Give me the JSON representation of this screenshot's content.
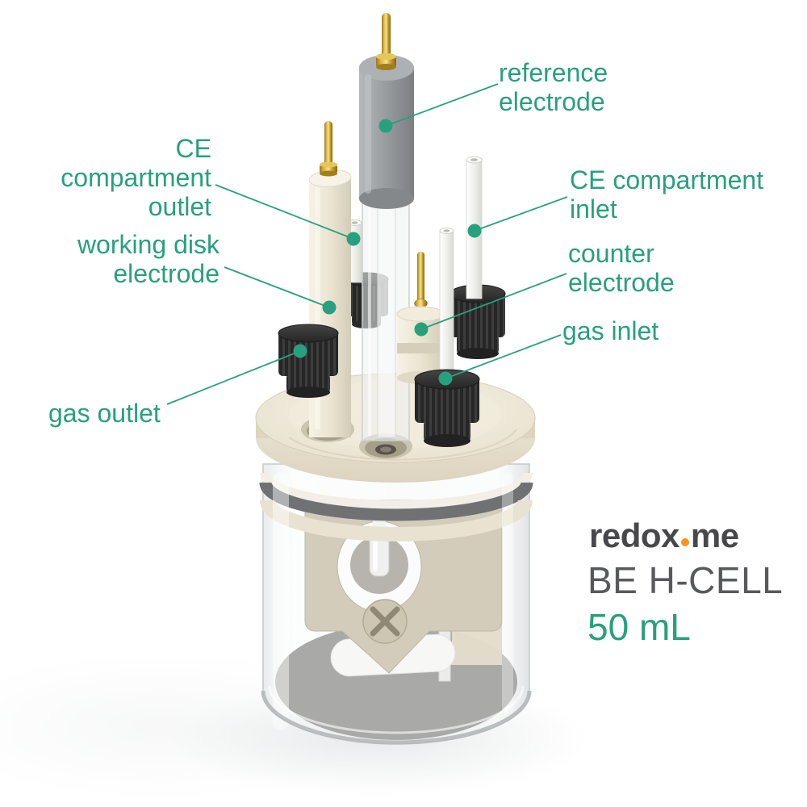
{
  "colors": {
    "accent_green": "#28a07d",
    "brand_orange": "#f7941e",
    "logo_dark": "#48484b",
    "product_gray": "#58595b"
  },
  "callouts": [
    {
      "id": "reference-electrode",
      "label": "reference\nelectrode"
    },
    {
      "id": "ce-compartment-outlet",
      "label": "CE\ncompartment\noutlet"
    },
    {
      "id": "working-disk-electrode",
      "label": "working disk\nelectrode"
    },
    {
      "id": "ce-compartment-inlet",
      "label": "CE compartment\ninlet"
    },
    {
      "id": "counter-electrode",
      "label": "counter\nelectrode"
    },
    {
      "id": "gas-inlet",
      "label": "gas inlet"
    },
    {
      "id": "gas-outlet",
      "label": "gas outlet"
    }
  ],
  "brand": {
    "logo_text_left": "redox",
    "logo_text_right": "me",
    "product_name": "BE H-CELL",
    "volume": "50 mL"
  }
}
